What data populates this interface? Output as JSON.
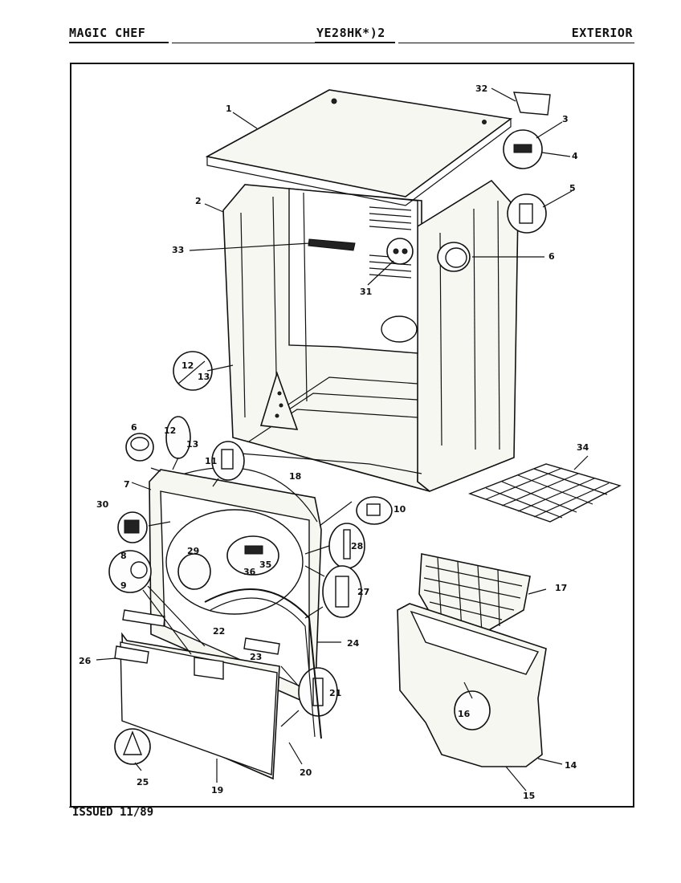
{
  "header": {
    "brand": "MAGIC CHEF",
    "model": "YE28HK*)2",
    "section": "EXTERIOR"
  },
  "footer": {
    "issued": "ISSUED 11/89"
  },
  "callouts": [
    "1",
    "2",
    "3",
    "4",
    "5",
    "6",
    "7",
    "8",
    "9",
    "10",
    "11",
    "12",
    "13",
    "14",
    "15",
    "16",
    "17",
    "18",
    "19",
    "20",
    "21",
    "22",
    "23",
    "24",
    "25",
    "26",
    "27",
    "28",
    "29",
    "30",
    "31",
    "32",
    "33",
    "34",
    "35",
    "36"
  ],
  "callout_12_top": "12",
  "callout_13_top": "13",
  "callout_6_left": "6"
}
